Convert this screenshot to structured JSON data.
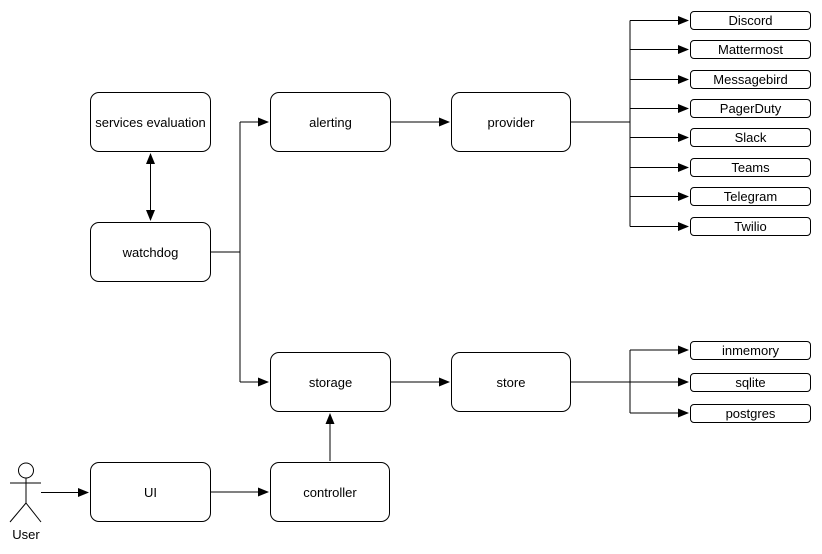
{
  "diagram": {
    "nodes": {
      "services_evaluation": "services evaluation",
      "watchdog": "watchdog",
      "alerting": "alerting",
      "provider": "provider",
      "storage": "storage",
      "store": "store",
      "ui": "UI",
      "controller": "controller"
    },
    "providers": [
      "Discord",
      "Mattermost",
      "Messagebird",
      "PagerDuty",
      "Slack",
      "Teams",
      "Telegram",
      "Twilio"
    ],
    "stores": [
      "inmemory",
      "sqlite",
      "postgres"
    ],
    "actor": {
      "label": "User"
    },
    "colors": {
      "line": "#000000",
      "node_fill": "#ffffff",
      "node_border": "#000000",
      "text": "#000000",
      "background": "#ffffff"
    }
  }
}
